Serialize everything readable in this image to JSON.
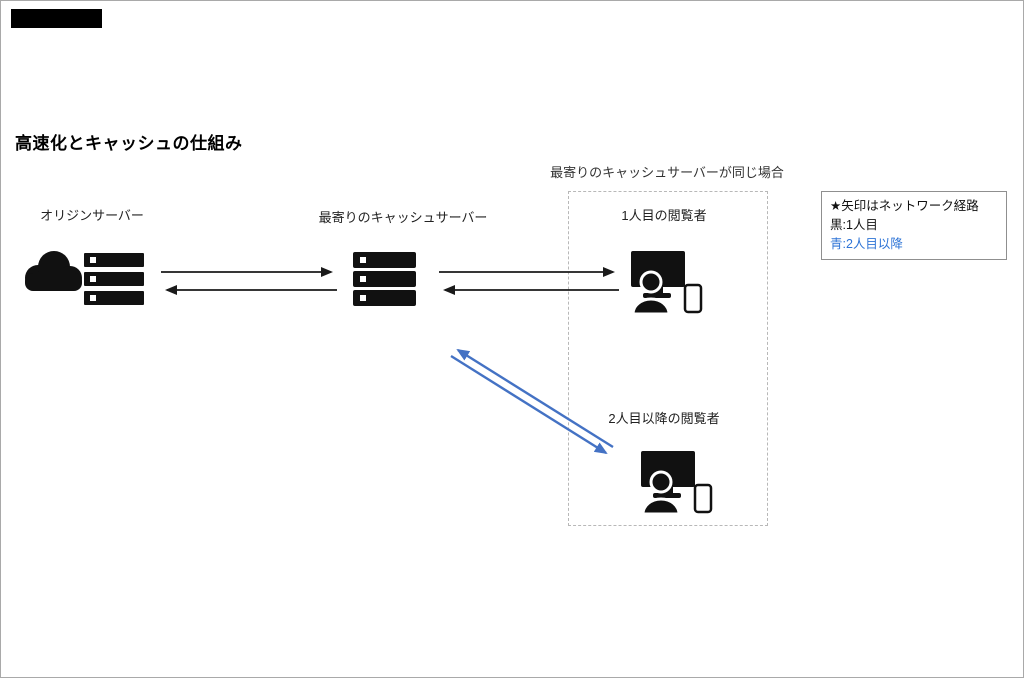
{
  "title": "高速化とキャッシュの仕組み",
  "nodes": {
    "origin": {
      "label": "オリジンサーバー"
    },
    "cache": {
      "label": "最寄りのキャッシュサーバー"
    },
    "viewer1": {
      "label": "1人目の閲覧者"
    },
    "viewer2": {
      "label": "2人目以降の閲覧者"
    }
  },
  "group_box": {
    "label": "最寄りのキャッシュサーバーが同じ場合"
  },
  "legend": {
    "line1": "★矢印はネットワーク経路",
    "line2": "黒:1人目",
    "line3": "青:2人目以降"
  },
  "colors": {
    "black_arrow": "#1a1a1a",
    "blue_arrow": "#4472C4",
    "blue_text": "#2E74D6",
    "icon": "#111111"
  }
}
